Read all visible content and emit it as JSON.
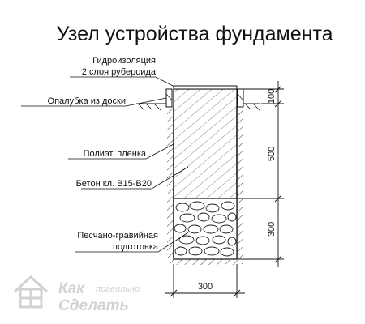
{
  "title": "Узел устройства фундамента",
  "labels": {
    "waterproofing_line1": "Гидроизоляция",
    "waterproofing_line2": "2 слоя рубероида",
    "formwork": "Опалубка из доски",
    "polyethylene": "Полиэт. пленка",
    "concrete": "Бетон кл. В15-В20",
    "bedding_line1": "Песчано-гравийная",
    "bedding_line2": "подготовка"
  },
  "dimensions": {
    "above_ground": "100",
    "concrete_depth": "500",
    "bedding_depth": "300",
    "width": "300"
  },
  "watermark": {
    "word1": "Как",
    "word2": "правильно",
    "word3": "Сделать"
  },
  "colors": {
    "line": "#111111",
    "watermark": "#d2d2d2"
  }
}
